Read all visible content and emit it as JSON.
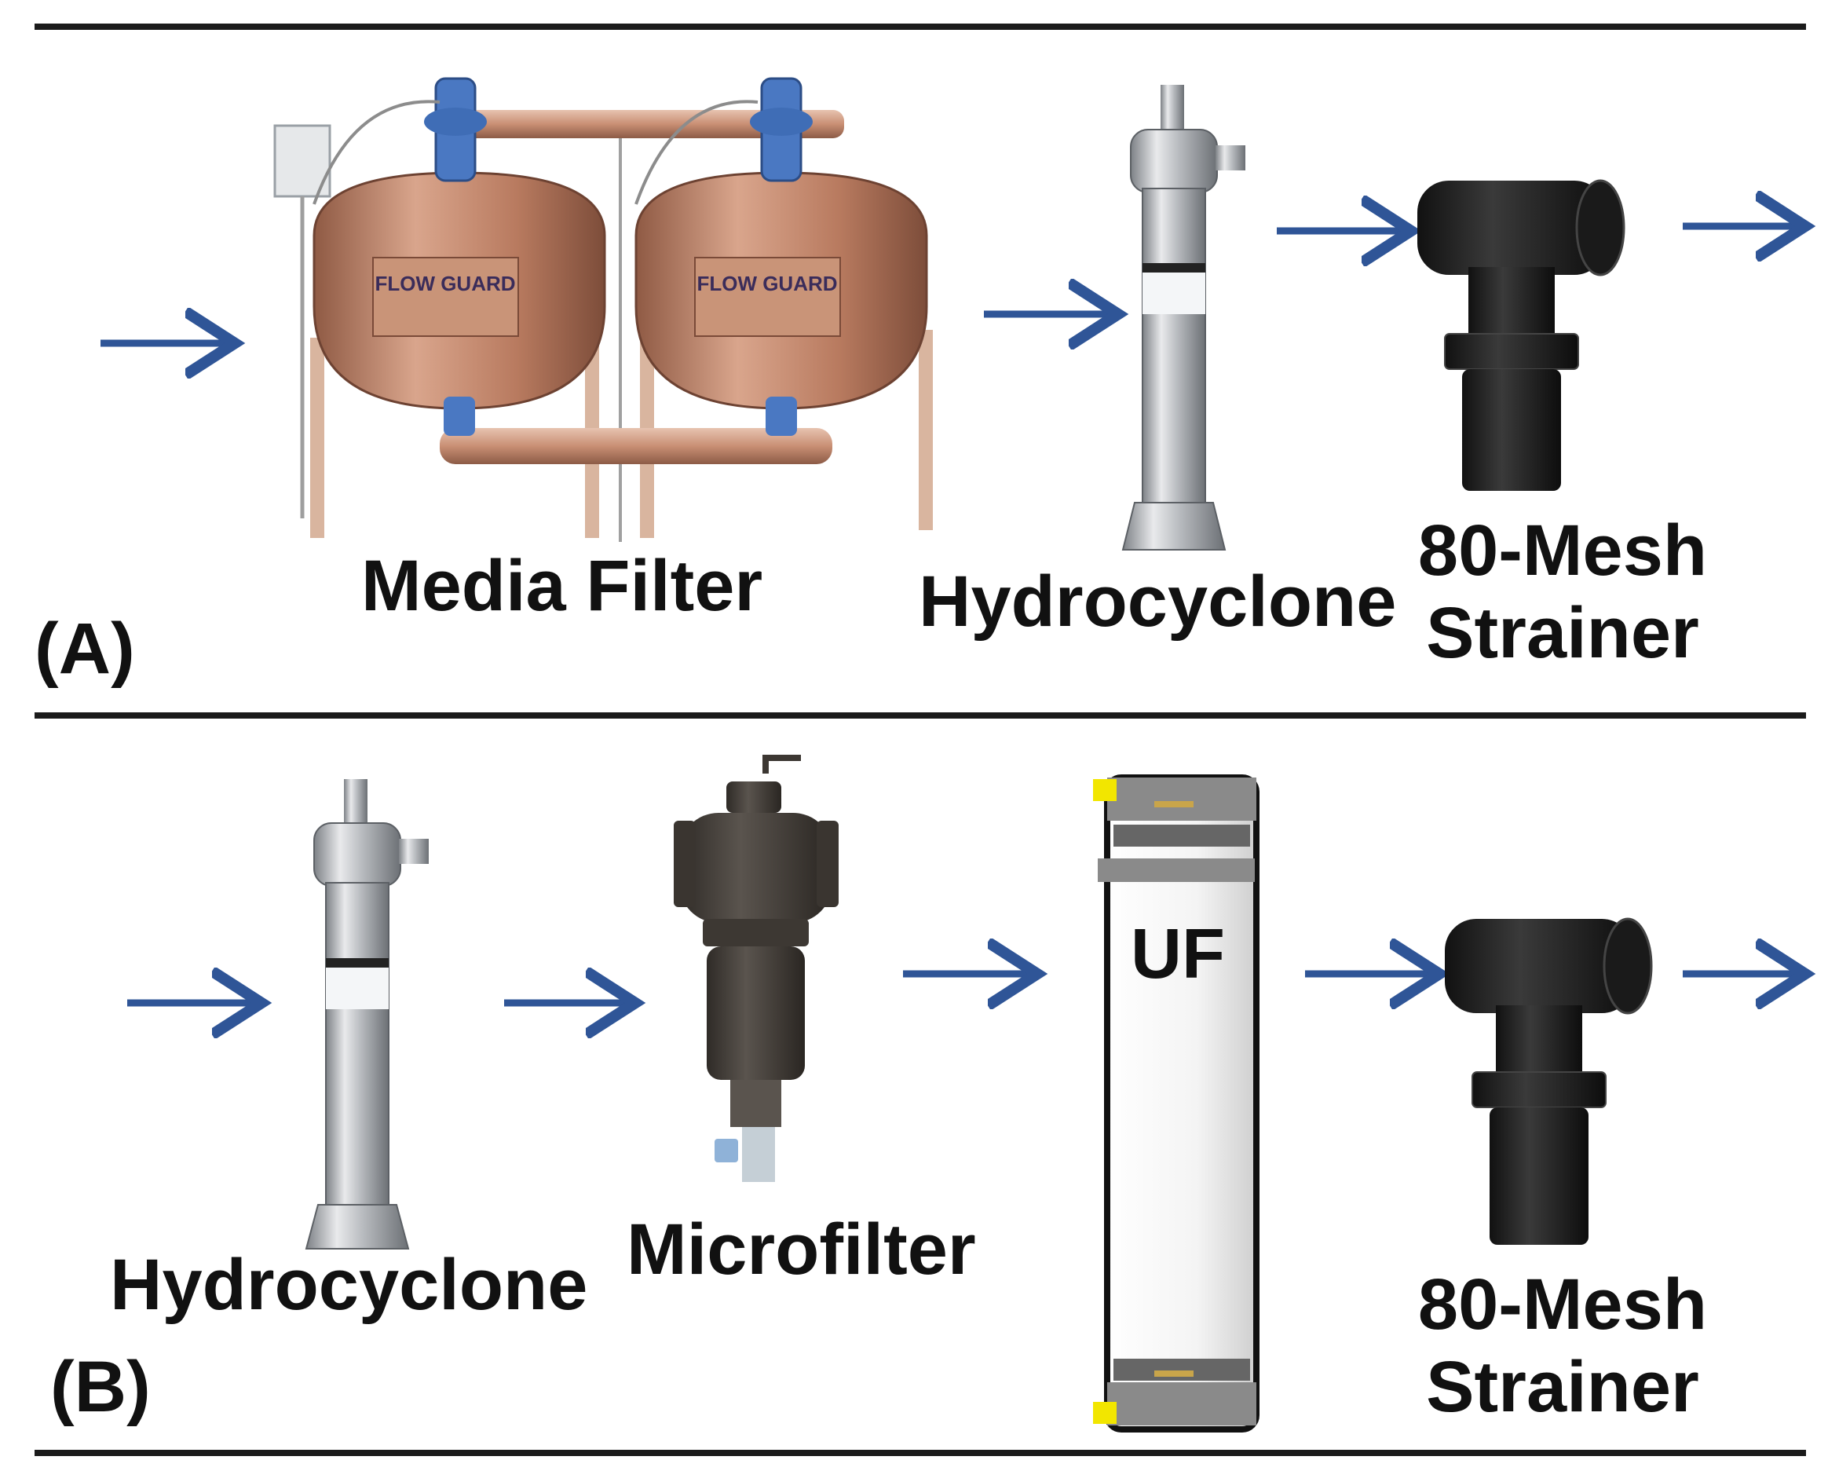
{
  "colors": {
    "arrow": "#2f5597",
    "rule": "#1b1b1b",
    "text": "#111111",
    "copper": "#b87a5f",
    "steel": "#b9bcc0",
    "blue_valve": "#4a78c2",
    "black_strainer": "#222222",
    "microfilter": "#4a4540",
    "uf_cap": "#f2e600"
  },
  "panel_a": {
    "label": "(A)",
    "components": {
      "media_filter": {
        "label": "Media Filter",
        "tank_brand": "FLOW GUARD",
        "icon": "media-filter-tanks"
      },
      "hydrocyclone": {
        "label": "Hydrocyclone",
        "icon": "hydrocyclone"
      },
      "strainer": {
        "label_line1": "80-Mesh",
        "label_line2": "Strainer",
        "icon": "mesh-strainer"
      }
    }
  },
  "panel_b": {
    "label": "(B)",
    "components": {
      "hydrocyclone": {
        "label": "Hydrocyclone",
        "icon": "hydrocyclone"
      },
      "microfilter": {
        "label": "Microfilter",
        "icon": "microfilter"
      },
      "uf": {
        "label": "UF",
        "icon": "uf-module"
      },
      "strainer": {
        "label_line1": "80-Mesh",
        "label_line2": "Strainer",
        "icon": "mesh-strainer"
      }
    }
  }
}
